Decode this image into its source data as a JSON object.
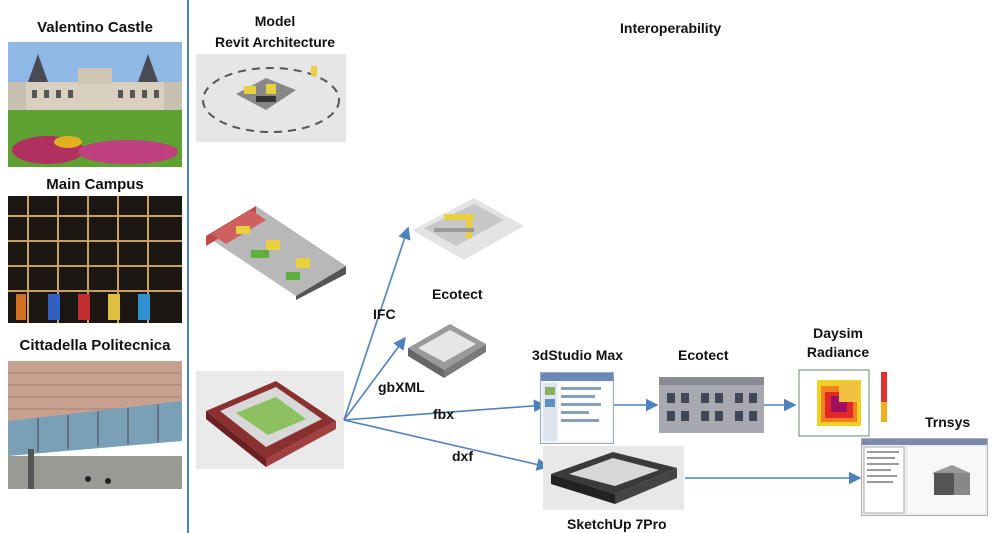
{
  "left_column": {
    "sites": [
      {
        "label": "Valentino Castle"
      },
      {
        "label": "Main Campus"
      },
      {
        "label": "Cittadella Politecnica"
      }
    ]
  },
  "model": {
    "title_line1": "Model",
    "title_line2": "Revit Architecture"
  },
  "header": {
    "interoperability": "Interoperability"
  },
  "formats": {
    "ifc": "IFC",
    "gbxml": "gbXML",
    "fbx": "fbx",
    "dxf": "dxf"
  },
  "tools": {
    "ecotect_top": "Ecotect",
    "studio_max": "3dStudio Max",
    "ecotect_mid": "Ecotect",
    "daysim_line1": "Daysim",
    "daysim_line2": "Radiance",
    "trnsys": "Trnsys",
    "sketchup": "SketchUp 7Pro"
  },
  "colors": {
    "arrow": "#4f81bd",
    "divider": "#4f81bd"
  }
}
